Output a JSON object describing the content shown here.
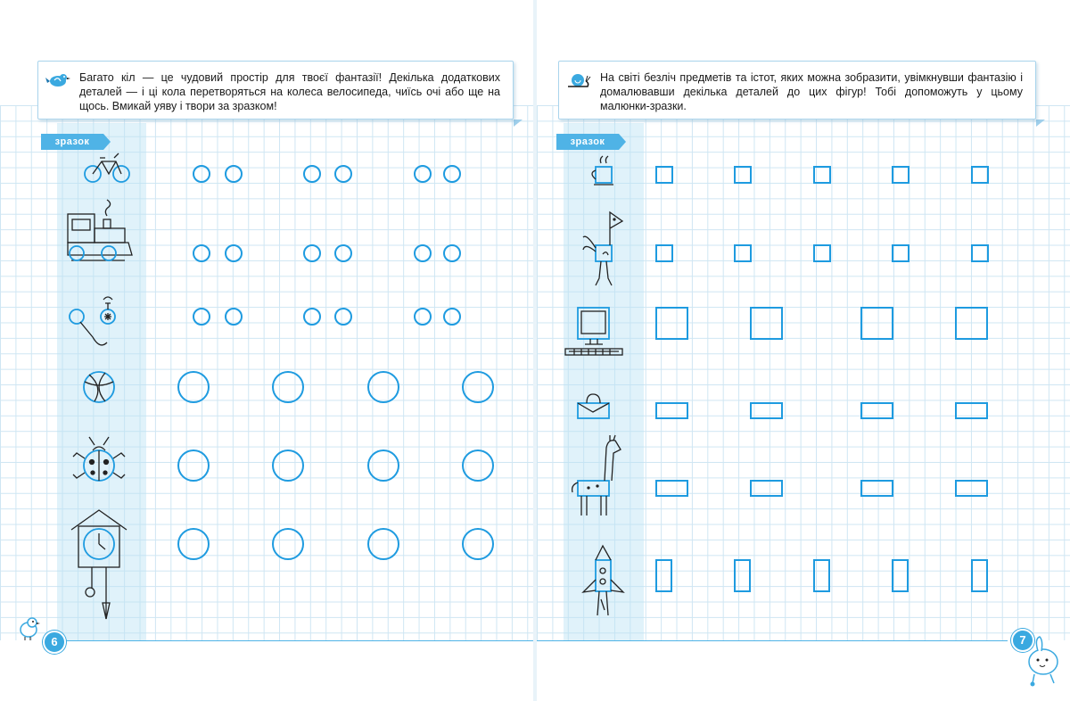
{
  "left_page": {
    "instruction": "Багато кіл — це чудовий простір для твоєї фантазії! Декілька додаткових деталей — і ці кола перетворяться на колеса велосипеда, чиїсь очі або ще на щось. Вмикай уяву і твори за зразком!",
    "sample_label": "зразок",
    "page_number": "6",
    "rows": [
      {
        "sample": "bicycle-icon",
        "shape": "circle-pair",
        "count": 3
      },
      {
        "sample": "train-icon",
        "shape": "circle-pair",
        "count": 3
      },
      {
        "sample": "microphone-and-ornament-icon",
        "shape": "circle-pair",
        "count": 3
      },
      {
        "sample": "ball-icon",
        "shape": "circle",
        "count": 4
      },
      {
        "sample": "ladybug-icon",
        "shape": "circle",
        "count": 4
      },
      {
        "sample": "cuckoo-clock-icon",
        "shape": "circle",
        "count": 4
      }
    ]
  },
  "right_page": {
    "instruction": "На світі безліч предметів та істот, яких можна зобразити, увімкнувши фантазію і домалювавши декілька деталей до цих фігур! Тобі допоможуть у цьому малюнки-зразки.",
    "sample_label": "зразок",
    "page_number": "7",
    "rows": [
      {
        "sample": "cup-icon",
        "shape": "small-square",
        "count": 5
      },
      {
        "sample": "bird-icon",
        "shape": "small-square",
        "count": 5
      },
      {
        "sample": "computer-icon",
        "shape": "large-square",
        "count": 4
      },
      {
        "sample": "bag-icon",
        "shape": "wide-rectangle",
        "count": 4
      },
      {
        "sample": "giraffe-icon",
        "shape": "wide-rectangle",
        "count": 4
      },
      {
        "sample": "rocket-icon",
        "shape": "tall-rectangle",
        "count": 5
      }
    ]
  },
  "colors": {
    "accent": "#3aa9e0",
    "grid": "#cfe6f3",
    "band": "#bae2f5",
    "shape_stroke": "#1e9be0"
  }
}
